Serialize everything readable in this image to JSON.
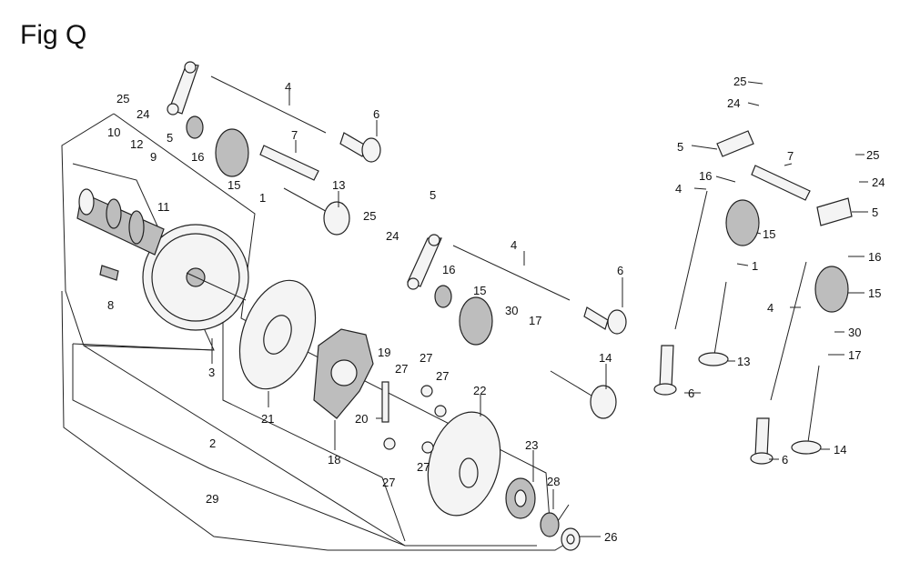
{
  "title": "Fig Q",
  "callouts": [
    {
      "id": "c1",
      "text": "25"
    },
    {
      "id": "c2",
      "text": "24"
    },
    {
      "id": "c3",
      "text": "5"
    },
    {
      "id": "c4",
      "text": "16"
    },
    {
      "id": "c5",
      "text": "4"
    },
    {
      "id": "c6",
      "text": "6"
    },
    {
      "id": "c7",
      "text": "7"
    },
    {
      "id": "c8",
      "text": "15"
    },
    {
      "id": "c9",
      "text": "1"
    },
    {
      "id": "c10",
      "text": "13"
    },
    {
      "id": "c11",
      "text": "10"
    },
    {
      "id": "c12",
      "text": "12"
    },
    {
      "id": "c13",
      "text": "9"
    },
    {
      "id": "c14",
      "text": "11"
    },
    {
      "id": "c15",
      "text": "8"
    },
    {
      "id": "c16",
      "text": "3"
    },
    {
      "id": "c17",
      "text": "21"
    },
    {
      "id": "c18",
      "text": "2"
    },
    {
      "id": "c19",
      "text": "29"
    },
    {
      "id": "c20",
      "text": "18"
    },
    {
      "id": "c21",
      "text": "19"
    },
    {
      "id": "c22",
      "text": "20"
    },
    {
      "id": "c23",
      "text": "27"
    },
    {
      "id": "c24",
      "text": "27"
    },
    {
      "id": "c25",
      "text": "27"
    },
    {
      "id": "c26",
      "text": "27"
    },
    {
      "id": "c27",
      "text": "27"
    },
    {
      "id": "c28",
      "text": "22"
    },
    {
      "id": "c29",
      "text": "23"
    },
    {
      "id": "c30",
      "text": "28"
    },
    {
      "id": "c31",
      "text": "26"
    },
    {
      "id": "c32",
      "text": "25"
    },
    {
      "id": "c33",
      "text": "24"
    },
    {
      "id": "c34",
      "text": "5"
    },
    {
      "id": "c35",
      "text": "16"
    },
    {
      "id": "c36",
      "text": "4"
    },
    {
      "id": "c37",
      "text": "30"
    },
    {
      "id": "c38",
      "text": "17"
    },
    {
      "id": "c39",
      "text": "14"
    },
    {
      "id": "c40",
      "text": "15"
    },
    {
      "id": "c41",
      "text": "6"
    },
    {
      "id": "c42",
      "text": "25"
    },
    {
      "id": "c43",
      "text": "24"
    },
    {
      "id": "c44",
      "text": "5"
    },
    {
      "id": "c45",
      "text": "7"
    },
    {
      "id": "c46",
      "text": "16"
    },
    {
      "id": "c47",
      "text": "4"
    },
    {
      "id": "c48",
      "text": "15"
    },
    {
      "id": "c49",
      "text": "1"
    },
    {
      "id": "c50",
      "text": "13"
    },
    {
      "id": "c51",
      "text": "6"
    },
    {
      "id": "c52",
      "text": "25"
    },
    {
      "id": "c53",
      "text": "24"
    },
    {
      "id": "c54",
      "text": "5"
    },
    {
      "id": "c55",
      "text": "16"
    },
    {
      "id": "c56",
      "text": "15"
    },
    {
      "id": "c57",
      "text": "4"
    },
    {
      "id": "c58",
      "text": "30"
    },
    {
      "id": "c59",
      "text": "17"
    },
    {
      "id": "c60",
      "text": "14"
    },
    {
      "id": "c61",
      "text": "6"
    }
  ]
}
